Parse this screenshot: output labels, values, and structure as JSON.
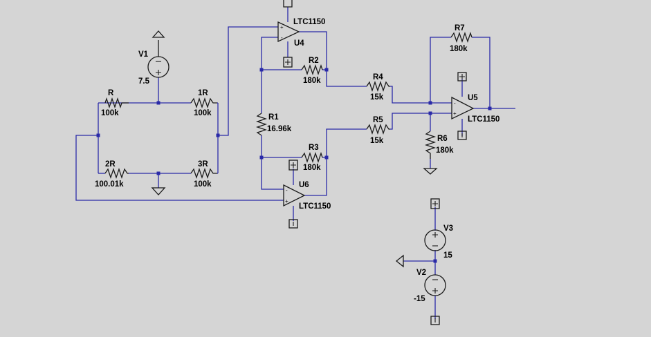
{
  "components": {
    "V1": {
      "name": "V1",
      "value": "7.5"
    },
    "R": {
      "name": "R",
      "value": "100k"
    },
    "1R": {
      "name": "1R",
      "value": "100k"
    },
    "2R": {
      "name": "2R",
      "value": "100.01k"
    },
    "3R": {
      "name": "3R",
      "value": "100k"
    },
    "R1": {
      "name": "R1",
      "value": "16.96k"
    },
    "R2": {
      "name": "R2",
      "value": "180k"
    },
    "R3": {
      "name": "R3",
      "value": "180k"
    },
    "R4": {
      "name": "R4",
      "value": "15k"
    },
    "R5": {
      "name": "R5",
      "value": "15k"
    },
    "R6": {
      "name": "R6",
      "value": "180k"
    },
    "R7": {
      "name": "R7",
      "value": "180k"
    },
    "U4": {
      "name": "U4",
      "value": "LTC1150"
    },
    "U5": {
      "name": "U5",
      "value": "LTC1150"
    },
    "U6": {
      "name": "U6",
      "value": "LTC1150"
    },
    "V3": {
      "name": "V3",
      "value": "15"
    },
    "V2": {
      "name": "V2",
      "value": "-15"
    }
  },
  "colors": {
    "wire": "#2a2aa8",
    "component": "#1a1a1a",
    "background": "#d5d5d5"
  }
}
